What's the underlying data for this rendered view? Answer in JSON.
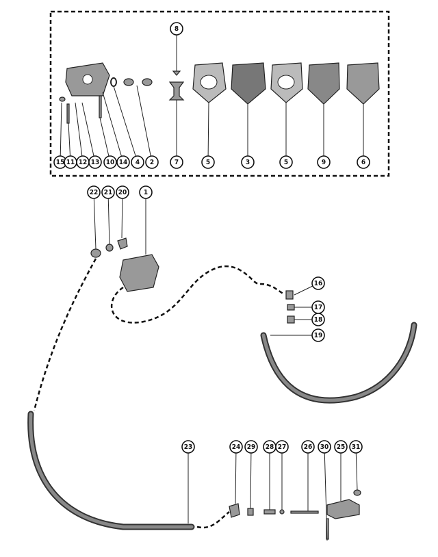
{
  "diagram": {
    "kit_callouts": [
      "8",
      "15",
      "11",
      "12",
      "13",
      "10",
      "14",
      "4",
      "2",
      "7",
      "5",
      "3",
      "5",
      "9",
      "6"
    ],
    "assembly_callouts": [
      "22",
      "21",
      "20",
      "1",
      "16",
      "17",
      "18",
      "19"
    ],
    "lower_callouts": [
      "23",
      "24",
      "29",
      "28",
      "27",
      "26",
      "30",
      "25",
      "31"
    ]
  }
}
